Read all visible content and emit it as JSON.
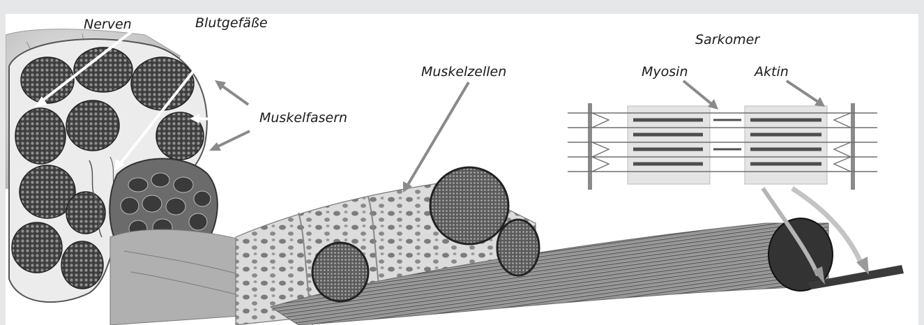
{
  "labels": {
    "nerven": "Nerven",
    "blutgefaesse": "Blutgefäße",
    "muskelfasern": "Muskelfasern",
    "muskelzellen": "Muskelzellen",
    "sarkomer": "Sarkomer",
    "myosin": "Myosin",
    "aktin": "Aktin"
  },
  "colors": {
    "frame": "#e6e7e9",
    "panel": "#ffffff",
    "arrow_gray": "#8a8a8a",
    "arrow_white": "#ffffff",
    "tissue_dark": "#4a4a4a",
    "tissue_mid": "#9c9c9c",
    "tissue_light": "#d6d6d6",
    "sarcomere_line": "#7a7a7a"
  }
}
